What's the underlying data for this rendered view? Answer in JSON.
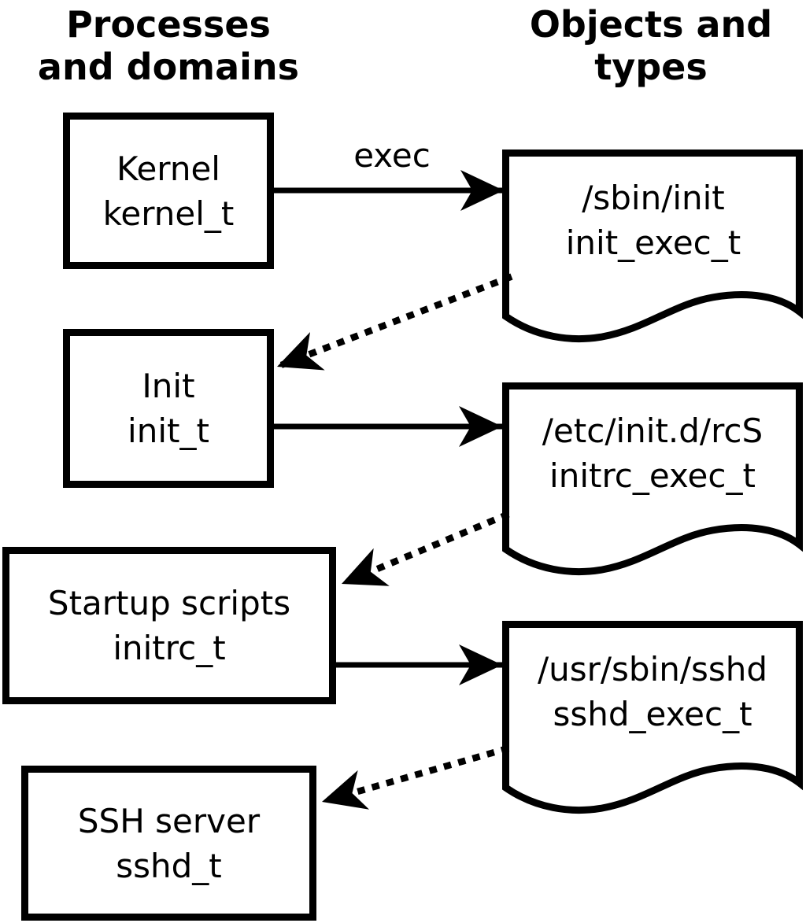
{
  "title_columns": {
    "left": {
      "line1": "Processes",
      "line2": "and domains"
    },
    "right": {
      "line1": "Objects and",
      "line2": "types"
    }
  },
  "processes": [
    {
      "label": "Kernel",
      "domain": "kernel_t"
    },
    {
      "label": "Init",
      "domain": "init_t"
    },
    {
      "label": "Startup scripts",
      "domain": "initrc_t"
    },
    {
      "label": "SSH server",
      "domain": "sshd_t"
    }
  ],
  "objects": [
    {
      "path": "/sbin/init",
      "type": "init_exec_t"
    },
    {
      "path": "/etc/init.d/rcS",
      "type": "initrc_exec_t"
    },
    {
      "path": "/usr/sbin/sshd",
      "type": "sshd_exec_t"
    }
  ],
  "arrows": {
    "exec_label": "exec",
    "transitions": [
      {
        "from": "kernel_t",
        "to": "/sbin/init (init_exec_t)",
        "style": "solid",
        "label": "exec"
      },
      {
        "from": "/sbin/init (init_exec_t)",
        "to": "init_t",
        "style": "dotted",
        "label": ""
      },
      {
        "from": "init_t",
        "to": "/etc/init.d/rcS (initrc_exec_t)",
        "style": "solid",
        "label": ""
      },
      {
        "from": "/etc/init.d/rcS (initrc_exec_t)",
        "to": "initrc_t",
        "style": "dotted",
        "label": ""
      },
      {
        "from": "initrc_t",
        "to": "/usr/sbin/sshd (sshd_exec_t)",
        "style": "solid",
        "label": ""
      },
      {
        "from": "/usr/sbin/sshd (sshd_exec_t)",
        "to": "sshd_t",
        "style": "dotted",
        "label": ""
      }
    ]
  },
  "colors": {
    "foreground": "#000000",
    "background": "#ffffff"
  }
}
